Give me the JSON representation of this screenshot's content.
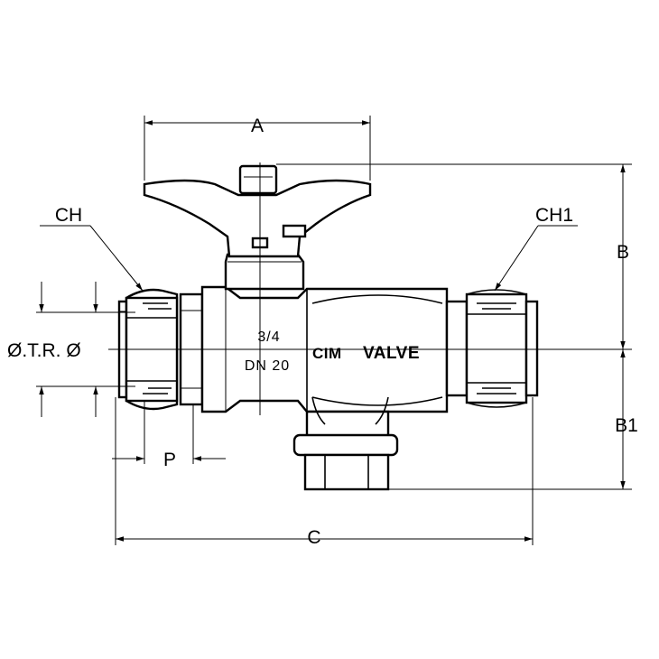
{
  "dimensions": {
    "A": "A",
    "B": "B",
    "B1": "B1",
    "C": "C",
    "P": "P",
    "CH": "CH",
    "CH1": "CH1",
    "otr": "Ø.T.R. Ø"
  },
  "body_marking": {
    "size": "3/4",
    "dn": "DN 20"
  },
  "brand": {
    "logo": "CIM",
    "name": "VALVE"
  }
}
